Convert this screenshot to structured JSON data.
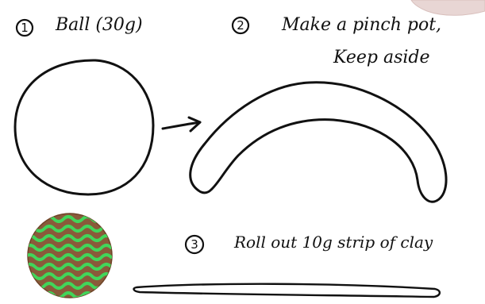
{
  "steps": [
    {
      "number": "1",
      "text": "Ball (30g)"
    },
    {
      "number": "2",
      "line1": "Make a pinch pot,",
      "line2": "Keep aside"
    },
    {
      "number": "3",
      "text": "Roll out 10g strip of clay"
    }
  ],
  "colors": {
    "ink": "#111111",
    "clay_brown": "#8a5a3a",
    "pattern_green": "#41d65a",
    "background": "#ffffff",
    "photo_corner": "#e8d6d4"
  },
  "icons": {
    "arrow": "right-arrow-icon",
    "ball": "clay-ball-icon",
    "pinch_pot": "pinch-pot-arc-icon",
    "strip": "clay-strip-icon",
    "textured_ball": "textured-clay-ball-icon"
  }
}
